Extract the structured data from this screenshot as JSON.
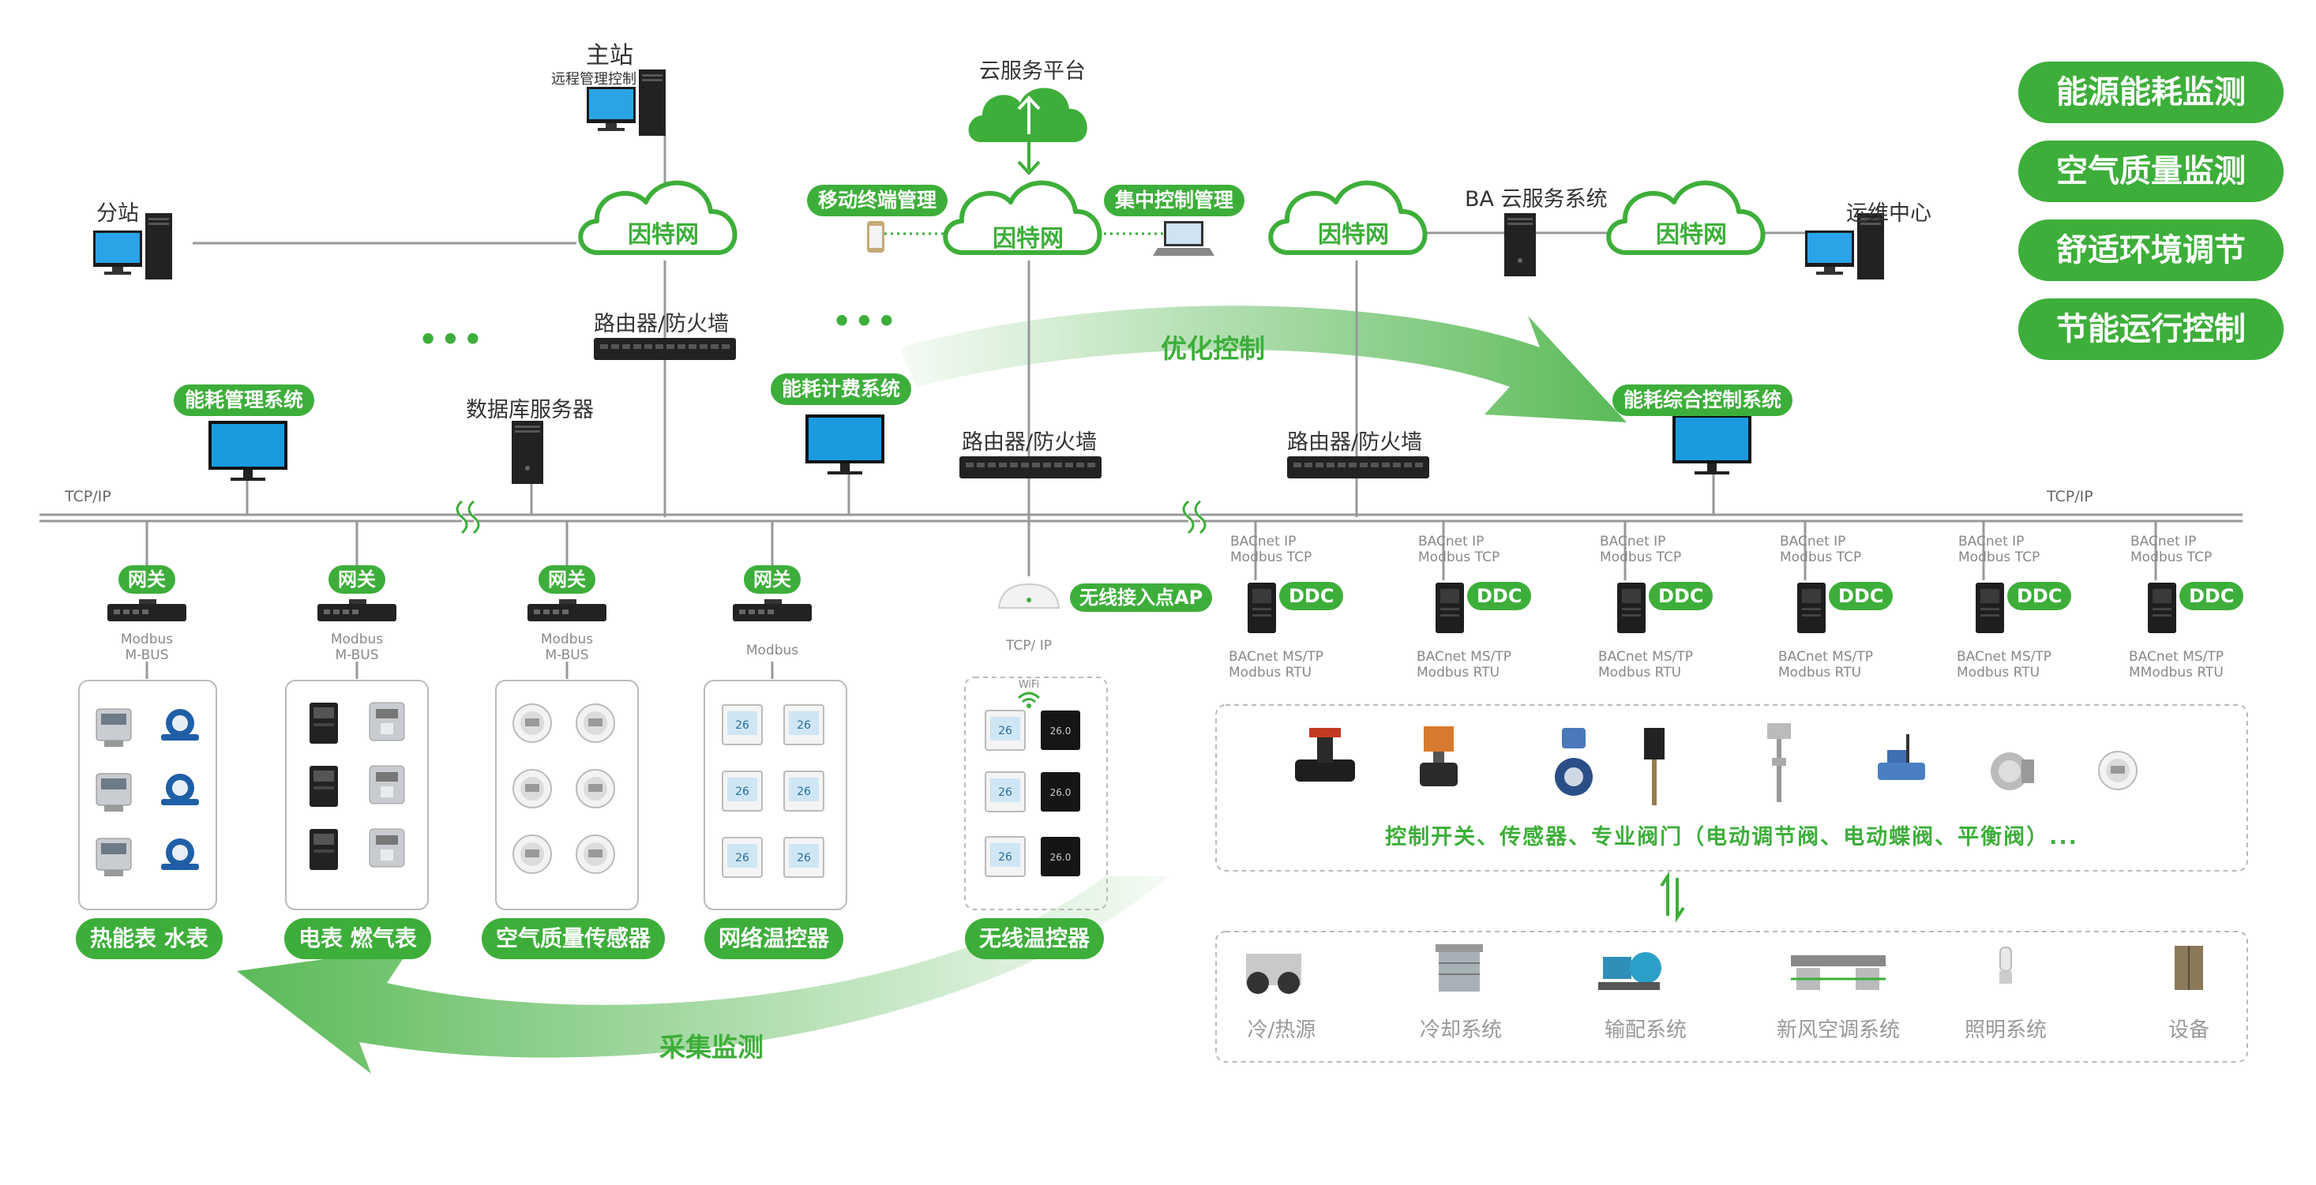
{
  "side_labels": [
    "能源能耗监测",
    "空气质量监测",
    "舒适环境调节",
    "节能运行控制"
  ],
  "master": {
    "title": "主站",
    "subtitle": "远程管理控制"
  },
  "branch_station": "分站",
  "cloud_platform": "云服务平台",
  "internet": "因特网",
  "mobile_mgmt": "移动终端管理",
  "central_mgmt": "集中控制管理",
  "ba_cloud": "BA 云服务系统",
  "ops_center": "运维中心",
  "router": "路由器/防火墙",
  "db_server": "数据库服务器",
  "energy_mgmt_sys": "能耗管理系统",
  "energy_billing_sys": "能耗计费系统",
  "energy_control_sys": "能耗综合控制系统",
  "optimize_control": "优化控制",
  "collect_monitor": "采集监测",
  "ellipsis": "•••",
  "tcpip": "TCP/IP",
  "gateway": "网关",
  "gateway_protocols": [
    [
      "Modbus",
      "M-BUS"
    ],
    [
      "Modbus",
      "M-BUS"
    ],
    [
      "Modbus",
      "M-BUS"
    ],
    [
      "Modbus"
    ]
  ],
  "wireless_ap": "无线接入点AP",
  "ap_tcpip": "TCP/ IP",
  "wifi": "WiFi",
  "categories": [
    "热能表 水表",
    "电表 燃气表",
    "空气质量传感器",
    "网络温控器",
    "无线温控器"
  ],
  "ddc": {
    "label": "DDC",
    "top_protocol": [
      "BACnet IP",
      "Modbus TCP"
    ],
    "bottom_protocols": [
      [
        "BACnet MS/TP",
        "Modbus RTU"
      ],
      [
        "BACnet MS/TP",
        "Modbus RTU"
      ],
      [
        "BACnet MS/TP",
        "Modbus RTU"
      ],
      [
        "BACnet MS/TP",
        "Modbus RTU"
      ],
      [
        "BACnet MS/TP",
        "Modbus RTU"
      ],
      [
        "BACnet MS/TP",
        "MModbus RTU"
      ]
    ]
  },
  "control_devices_caption": "控制开关、传感器、专业阀门（电动调节阀、电动蝶阀、平衡阀）...",
  "equipment": [
    "冷/热源",
    "冷却系统",
    "输配系统",
    "新风空调系统",
    "照明系统",
    "设备"
  ],
  "colors": {
    "green": "#3dae3a",
    "line": "#999999",
    "screen": "#1a9be0"
  }
}
